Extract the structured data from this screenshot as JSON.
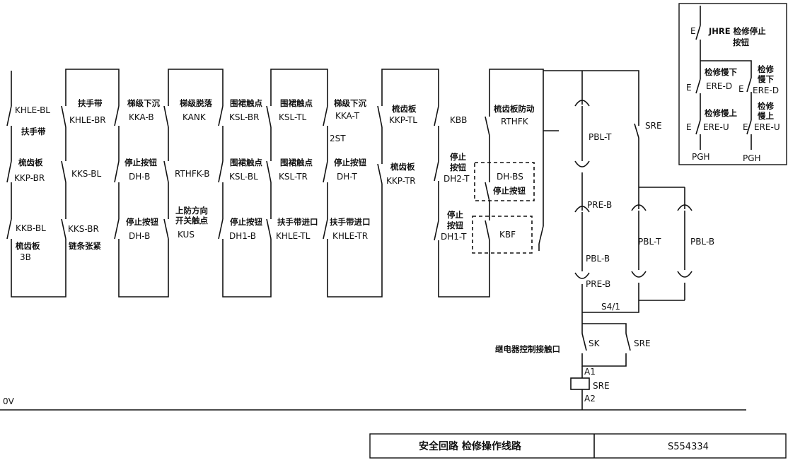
{
  "ground": "0V",
  "columns": [
    {
      "id": "c1",
      "a": "KHLE-BL",
      "b": "扶手带",
      "c": "梳齿板",
      "d": "KKP-BR",
      "e": "KKB-BL",
      "f": "梳齿板",
      "g": "3B"
    },
    {
      "id": "c2",
      "a": "扶手带",
      "b": "KHLE-BR",
      "c": "KKS-BL",
      "d": "KKS-BR",
      "e": "链条张紧"
    },
    {
      "id": "c3",
      "a": "梯级下沉",
      "b": "KKA-B",
      "c": "停止按钮",
      "d": "DH-B",
      "e": "停止按钮",
      "f": "DH-B"
    },
    {
      "id": "c4",
      "a": "梯级脱落",
      "b": "KANK",
      "c": "RTHFK-B",
      "d": "上防方向",
      "e": "开关触点",
      "f": "KUS"
    },
    {
      "id": "c5",
      "a": "围裙触点",
      "b": "KSL-BR",
      "c": "围裙触点",
      "d": "KSL-BL",
      "e": "停止按钮",
      "f": "DH1-B"
    },
    {
      "id": "c6",
      "a": "围裙触点",
      "b": "KSL-TL",
      "c": "围裙触点",
      "d": "KSL-TR",
      "e": "扶手带进口",
      "f": "KHLE-TL"
    },
    {
      "id": "c7",
      "a": "梯级下沉",
      "b": "KKA-T",
      "c": "2ST",
      "d": "停止按钮",
      "e": "DH-T",
      "f": "扶手带进口",
      "g": "KHLE-TR"
    },
    {
      "id": "c8",
      "a": "梳齿板",
      "b": "KKP-TL",
      "c": "梳齿板",
      "d": "KKP-TR"
    },
    {
      "id": "c9",
      "a": "KBB",
      "b": "停止",
      "c": "按钮",
      "d": "DH2-T",
      "e": "停止",
      "f": "按钮",
      "g": "DH1-T"
    },
    {
      "id": "c10",
      "a": "梳齿板防动",
      "b": "RTHFK",
      "c": "DH-BS",
      "d": "停止按钮",
      "e": "KBF"
    }
  ],
  "right": {
    "pbl_t": "PBL-T",
    "sre1": "SRE",
    "pre_b": "PRE-B",
    "pbl_b": "PBL-B",
    "pre_b2": "PRE-B",
    "pbl_t2": "PBL-T",
    "pbl_b2": "PBL-B",
    "s4": "S4/1",
    "relay_label": "继电器控制接触口",
    "sk": "SK",
    "sre2": "SRE",
    "a1": "A1",
    "coil": "SRE",
    "a2": "A2"
  },
  "inset": {
    "e1": "E",
    "jhre": "JHRE 检修停止",
    "btn": "按钮",
    "down_l": "检修慢下",
    "down_r1": "检修",
    "down_r2": "慢下",
    "e2": "E",
    "ere_d1": "ERE-D",
    "e3": "E",
    "ere_d2": "ERE-D",
    "up_l": "检修慢上",
    "up_r1": "检修",
    "up_r2": "慢上",
    "e4": "E",
    "ere_u1": "ERE-U",
    "e5": "E",
    "ere_u2": "ERE-U",
    "pgh1": "PGH",
    "pgh2": "PGH"
  },
  "title_block": {
    "title": "安全回路   检修操作线路",
    "code": "S554334"
  }
}
